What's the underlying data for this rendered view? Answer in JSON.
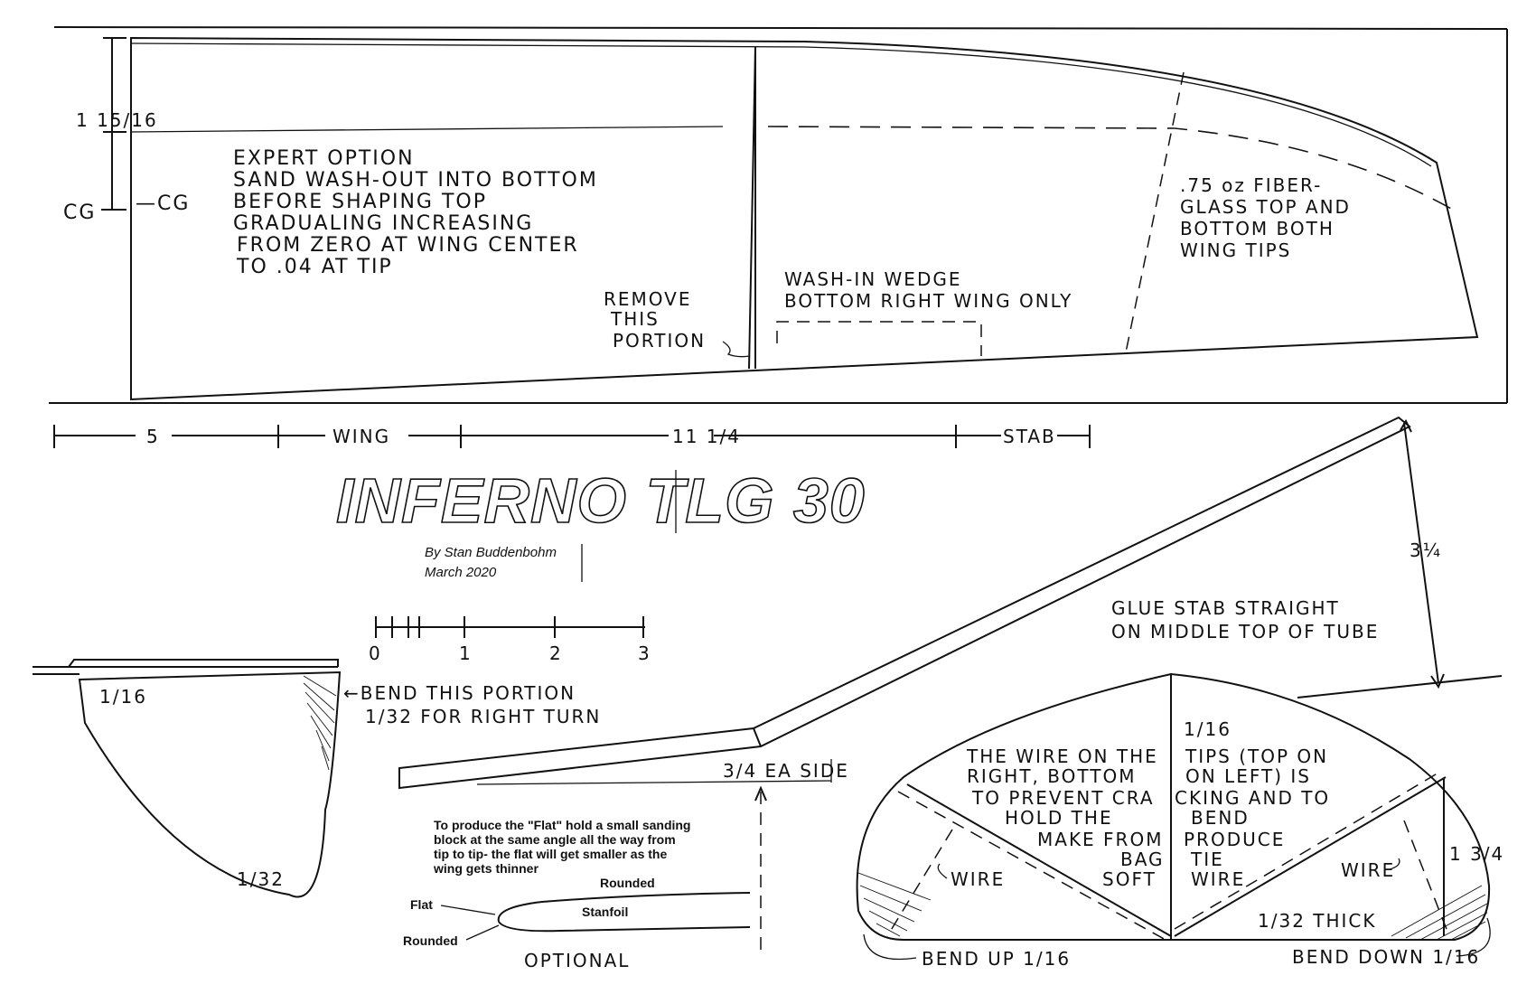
{
  "title": "INFERNO TLG 30",
  "byline": "By Stan Buddenbohm",
  "date": "March 2020",
  "wing_panel": {
    "root_dim": "1 15/16",
    "cg_outer": "CG",
    "cg_inner": "—CG",
    "expert_option": [
      "EXPERT OPTION",
      "SAND WASH-OUT INTO BOTTOM",
      "BEFORE SHAPING TOP",
      "GRADUALING INCREASING",
      "FROM ZERO AT WING CENTER",
      "TO .04 AT TIP"
    ],
    "remove_portion": [
      "REMOVE",
      "THIS",
      "PORTION"
    ],
    "wash_in": [
      "WASH-IN WEDGE",
      "BOTTOM RIGHT WING ONLY"
    ],
    "fiberglass": [
      ".75 oz FIBER-",
      "GLASS TOP AND",
      "BOTTOM BOTH",
      "WING TIPS"
    ]
  },
  "fuselage_dims": {
    "nose": "5",
    "wing": "WING",
    "mid": "11 1/4",
    "stab": "STAB"
  },
  "scale_bar": {
    "labels": [
      "0",
      "1",
      "2",
      "3"
    ]
  },
  "fin": {
    "top_thickness": "1/16",
    "tip_thickness": "1/32",
    "bend_note": [
      "←BEND THIS PORTION",
      "1/32 FOR RIGHT TURN"
    ]
  },
  "boom": {
    "height": "3¼",
    "glue_note": [
      "GLUE STAB STRAIGHT",
      "ON MIDDLE TOP OF TUBE"
    ],
    "each_side": "3/4 EA SIDE"
  },
  "airfoil": {
    "instructions": [
      "To produce the \"Flat\" hold a small sanding",
      "block at the same angle all the way from",
      "tip to tip- the flat will get smaller as the",
      "wing gets thinner"
    ],
    "top_label": "Rounded",
    "name": "Stanfoil",
    "flat": "Flat",
    "bottom_label": "Rounded",
    "optional": "OPTIONAL"
  },
  "stab": {
    "thickness_top": "1/16",
    "left_note": [
      "THE WIRE ON THE",
      "RIGHT, BOTTOM",
      "TO PREVENT CRA",
      "HOLD THE",
      "MAKE FROM",
      "BAG",
      "SOFT"
    ],
    "right_note": [
      "TIPS (TOP ON",
      "ON LEFT) IS",
      "CKING AND TO",
      "BEND",
      "PRODUCE",
      "TIE",
      "WIRE"
    ],
    "wire_left": "WIRE",
    "wire_right": "WIRE",
    "height": "1 3/4",
    "thickness": "1/32 THICK",
    "bend_up": "BEND UP 1/16",
    "bend_down": "BEND DOWN 1/16"
  }
}
